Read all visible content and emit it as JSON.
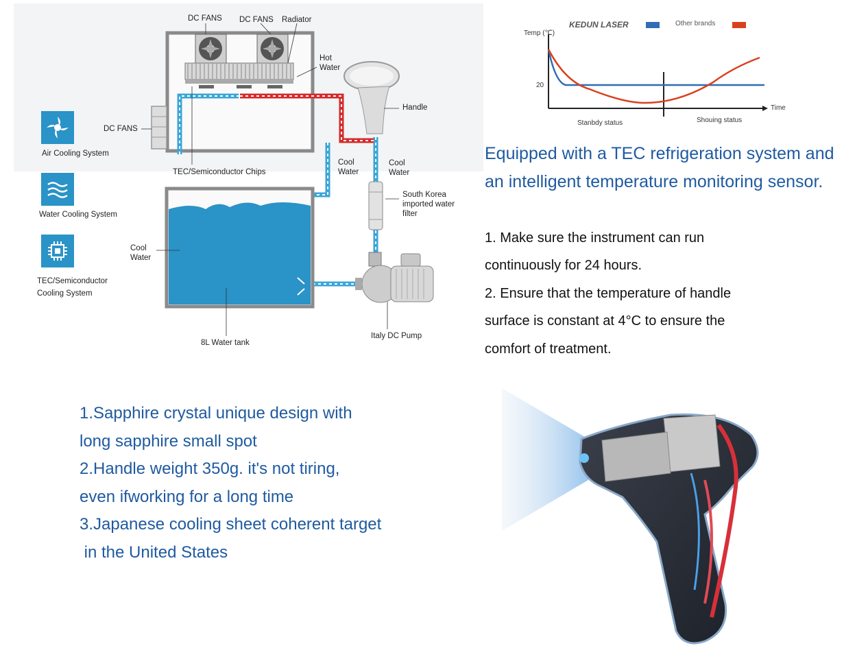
{
  "diagram": {
    "labels": {
      "dc_fans_1": "DC FANS",
      "dc_fans_2": "DC FANS",
      "radiator": "Radiator",
      "hot_water": "Hot\nWater",
      "handle": "Handle",
      "dc_fans_side": "DC FANS",
      "tec_chips": "TEC/Semiconductor Chips",
      "cool_water_a": "Cool\nWater",
      "cool_water_b": "Cool\nWater",
      "filter": "South Korea\nimported water\nfilter",
      "cool_water_tank": "Cool\nWater",
      "water_tank": "8L Water tank",
      "pump": "Italy DC Pump"
    },
    "legend": [
      {
        "label": "Air Cooling System",
        "icon": "fan-icon"
      },
      {
        "label": "Water Cooling System",
        "icon": "waves-icon"
      },
      {
        "label": "TEC/Semiconductor\nCooling System",
        "icon": "chip-icon"
      }
    ],
    "colors": {
      "hot": "#d42a2a",
      "cool": "#3aa6d6",
      "tank": "#2a93c7",
      "icon": "#2a93c7"
    }
  },
  "temp_chart": {
    "brand_label": "KEDUN LASER",
    "other_label": "Other brands",
    "ylabel": "Temp (℃)",
    "y_tick": "20",
    "xlabel": "Time",
    "phase_labels": [
      "Stanbdy status",
      "Shouing status"
    ],
    "colors": {
      "kedun": "#2f6db5",
      "other": "#d9411e"
    }
  },
  "tec_section": {
    "heading": "Equipped with a TEC refrigeration system and an intelligent temperature monitoring sensor.",
    "lines": [
      "1. Make sure the instrument can run",
      "continuously for 24 hours.",
      "2. Ensure that the temperature of handle",
      "surface is constant at 4°C to ensure the",
      "comfort of treatment."
    ]
  },
  "features": {
    "lines": [
      "1.Sapphire crystal unique design with",
      "long sapphire small spot",
      "2.Handle weight 350g. it's not tiring,",
      "even ifworking for a long time",
      "3.Japanese cooling sheet coherent target",
      " in the United States"
    ]
  }
}
